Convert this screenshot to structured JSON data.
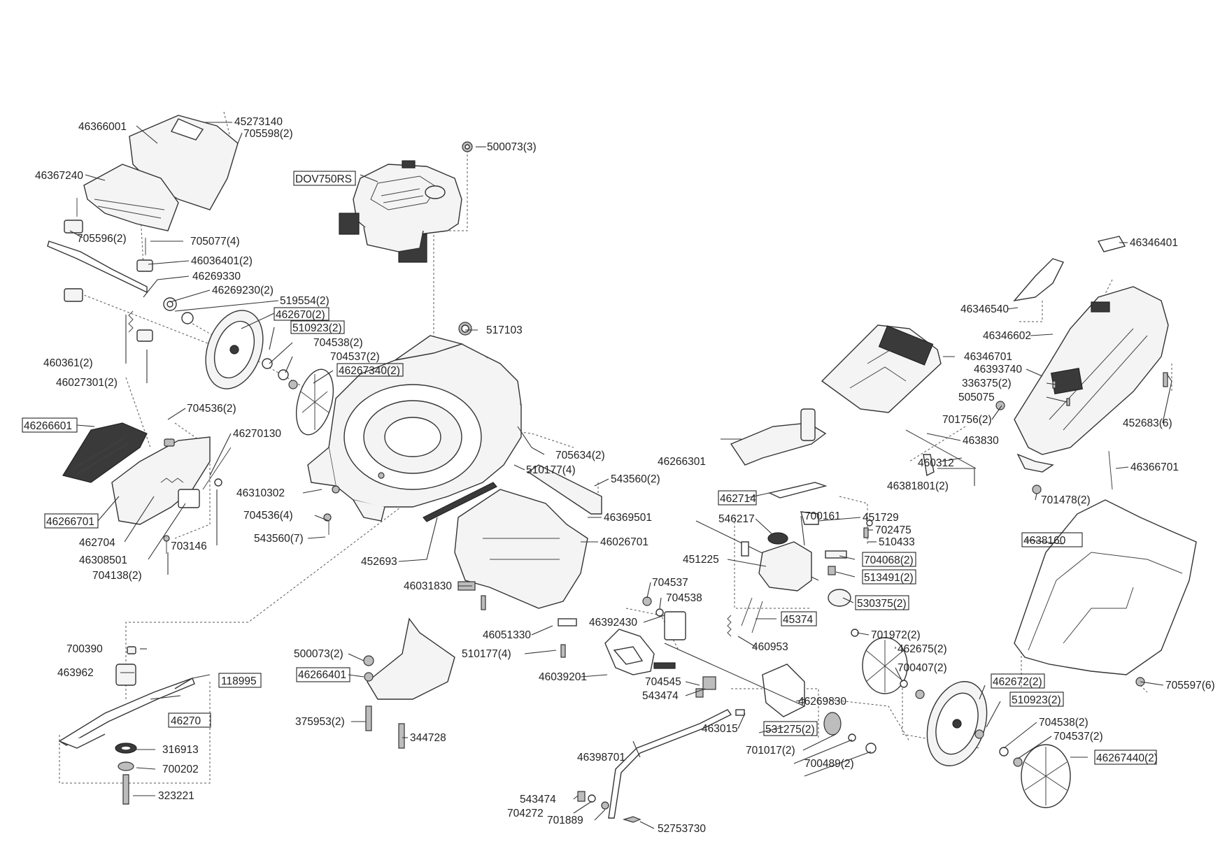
{
  "diagram": {
    "labels": [
      "46366001",
      "45273140",
      "705598(2)",
      "46367240",
      "705596(2)",
      "705077(4)",
      "46036401(2)",
      "46269330",
      "46269230(2)",
      "519554(2)",
      "462670(2)",
      "510923(2)",
      "704538(2)",
      "704537(2)",
      "46267340(2)",
      "460361(2)",
      "46027301(2)",
      "46266601",
      "704536(2)",
      "46270130",
      "46266701",
      "462704",
      "46308501",
      "703146",
      "704138(2)",
      "46310302",
      "704536(4)",
      "543560(7)",
      "452693",
      "DOV750RS",
      "500073(3)",
      "517103",
      "705634(2)",
      "510177(4)",
      "543560(2)",
      "46369501",
      "46026701",
      "46031830",
      "46051330",
      "510177(4)",
      "46039201",
      "46392430",
      "704537",
      "704538",
      "704545",
      "543474",
      "700390",
      "463962",
      "118995",
      "46270",
      "316913",
      "700202",
      "323221",
      "500073(2)",
      "46266401",
      "375953(2)",
      "344728",
      "46346401",
      "46346540",
      "46346602",
      "46346701",
      "46393740",
      "336375(2)",
      "505075",
      "701756(2)",
      "452683(6)",
      "463830",
      "460312",
      "46381801(2)",
      "46366701",
      "701478(2)",
      "46266301",
      "462714",
      "546217",
      "700161",
      "451729",
      "702475",
      "510433",
      "451225",
      "704068(2)",
      "513491(2)",
      "530375(2)",
      "45374",
      "460953",
      "4638160",
      "701972(2)",
      "462675(2)",
      "700407(2)",
      "462672(2)",
      "510923(2)",
      "704538(2)",
      "704537(2)",
      "46267440(2)",
      "705597(6)",
      "46269830",
      "463015",
      "531275(2)",
      "701017(2)",
      "700489(2)",
      "46398701",
      "543474",
      "704272",
      "701889",
      "52753730"
    ]
  }
}
